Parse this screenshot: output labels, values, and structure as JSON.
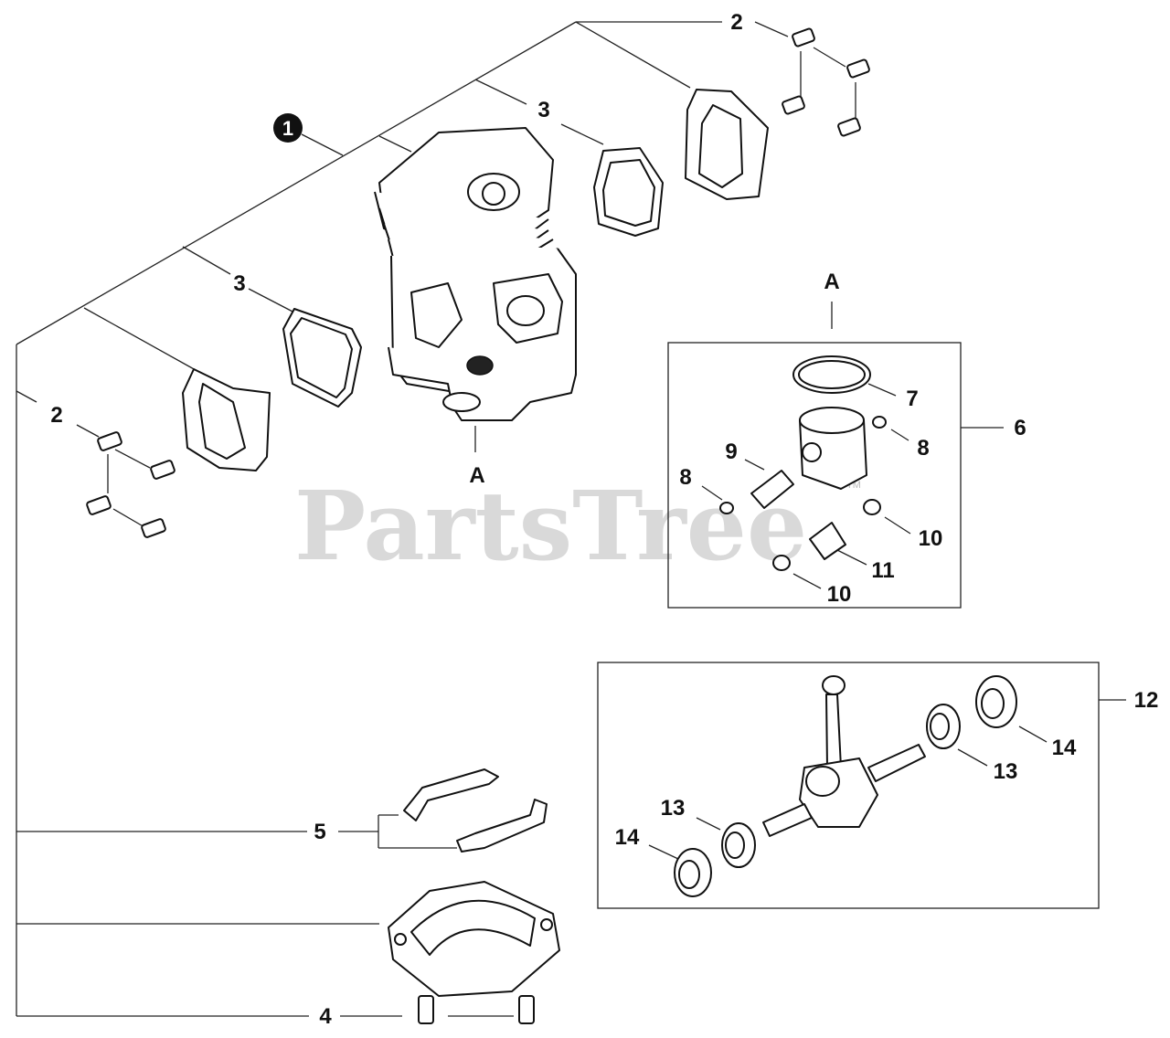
{
  "watermark": "PartsTree",
  "trademark": "TM",
  "callouts": {
    "c1": "1",
    "c2a": "2",
    "c2b": "2",
    "c3a": "3",
    "c3b": "3",
    "c4": "4",
    "c5": "5",
    "c6": "6",
    "c7": "7",
    "c8a": "8",
    "c8b": "8",
    "c9": "9",
    "c10a": "10",
    "c10b": "10",
    "c11": "11",
    "c12": "12",
    "c13a": "13",
    "c13b": "13",
    "c14a": "14",
    "c14b": "14",
    "markA1": "A",
    "markA2": "A"
  }
}
